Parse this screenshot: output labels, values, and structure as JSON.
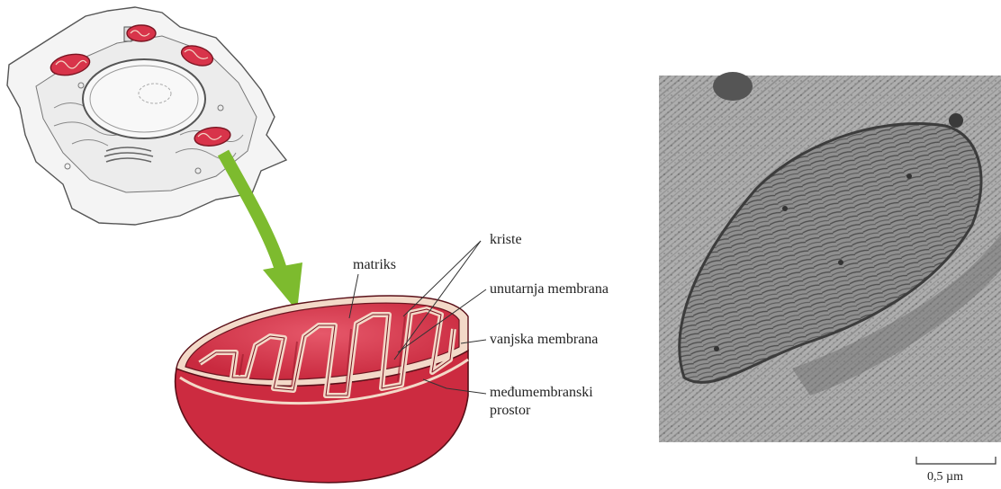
{
  "labels": {
    "matriks": "matriks",
    "kriste": "kriste",
    "inner_membrane": "unutarnja membrana",
    "outer_membrane": "vanjska membrana",
    "intermembrane_line1": "međumembranski",
    "intermembrane_line2": "prostor"
  },
  "scale_bar": {
    "label": "0,5 µm"
  },
  "colors": {
    "mitochondrion": "#d8344a",
    "mitochondrion_dark": "#a81f30",
    "membrane_edge": "#f3d9c8",
    "arrow": "#7dbb2e",
    "micrograph": "#9a9a9a"
  }
}
